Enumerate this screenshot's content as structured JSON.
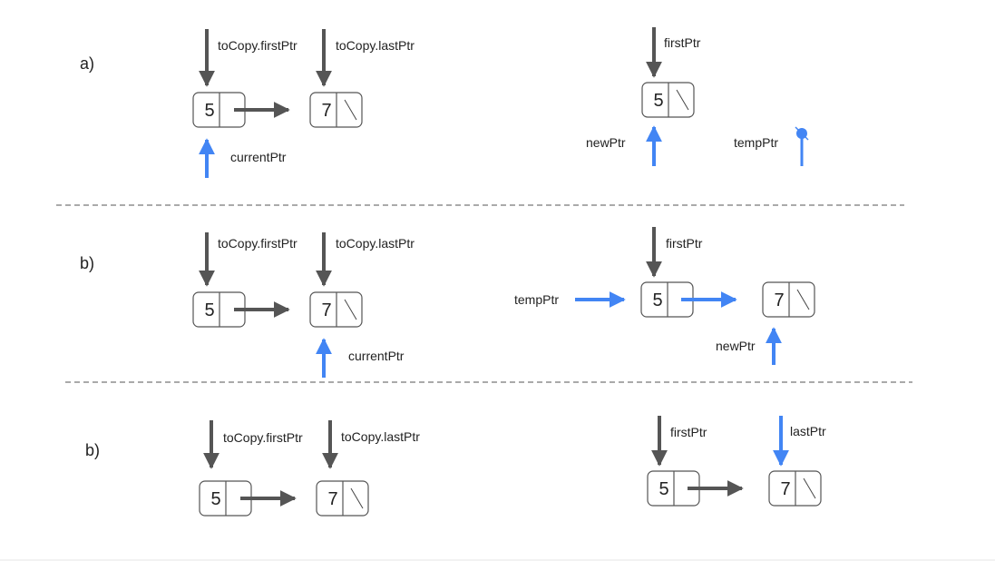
{
  "colors": {
    "gray_arrow": "#555555",
    "blue_arrow": "#4285f4",
    "node_border": "#555555",
    "text": "#222222"
  },
  "sections": [
    {
      "label": "a)",
      "left": {
        "pointers": {
          "first": "toCopy.firstPtr",
          "last": "toCopy.lastPtr",
          "current": "currentPtr"
        },
        "nodes": [
          {
            "value": "5",
            "next": "arrow"
          },
          {
            "value": "7",
            "next": "null"
          }
        ]
      },
      "right": {
        "pointers": {
          "first": "firstPtr",
          "new": "newPtr",
          "temp": "tempPtr"
        },
        "nodes": [
          {
            "value": "5",
            "next": "null"
          }
        ]
      }
    },
    {
      "label": "b)",
      "left": {
        "pointers": {
          "first": "toCopy.firstPtr",
          "last": "toCopy.lastPtr",
          "current": "currentPtr"
        },
        "nodes": [
          {
            "value": "5",
            "next": "arrow"
          },
          {
            "value": "7",
            "next": "null"
          }
        ]
      },
      "right": {
        "pointers": {
          "first": "firstPtr",
          "temp": "tempPtr",
          "new": "newPtr"
        },
        "nodes": [
          {
            "value": "5",
            "next": "arrow"
          },
          {
            "value": "7",
            "next": "null"
          }
        ]
      }
    },
    {
      "label": "b)",
      "left": {
        "pointers": {
          "first": "toCopy.firstPtr",
          "last": "toCopy.lastPtr"
        },
        "nodes": [
          {
            "value": "5",
            "next": "arrow"
          },
          {
            "value": "7",
            "next": "null"
          }
        ]
      },
      "right": {
        "pointers": {
          "first": "firstPtr",
          "last": "lastPtr"
        },
        "nodes": [
          {
            "value": "5",
            "next": "arrow"
          },
          {
            "value": "7",
            "next": "null"
          }
        ]
      }
    }
  ]
}
